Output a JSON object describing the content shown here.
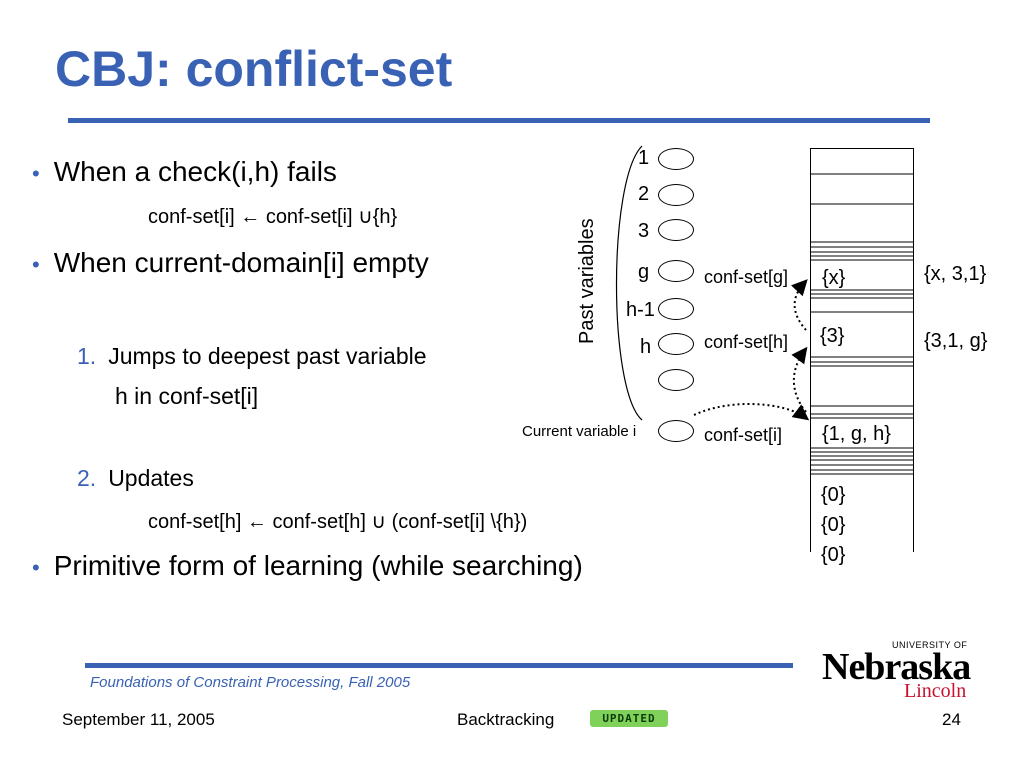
{
  "slide": {
    "title": "CBJ: conflict-set",
    "bullets": [
      "When a check(i,h) fails",
      "When current-domain[i] empty",
      "Primitive form of learning (while searching)"
    ],
    "formula1": "conf-set[i] ← conf-set[i] ∪{h}",
    "numbered": [
      {
        "num": "1.",
        "line1": "Jumps to deepest past variable",
        "line2": "h in conf-set[i]"
      },
      {
        "num": "2.",
        "line1": "Updates"
      }
    ],
    "formula2": "conf-set[h] ← conf-set[h] ∪ (conf-set[i] \\{h})"
  },
  "diagram": {
    "past_variables_label": "Past variables",
    "variables": [
      "1",
      "2",
      "3",
      "g",
      "h-1",
      "h"
    ],
    "current_variable_label": "Current variable i",
    "conf_labels": {
      "g": "conf-set[g]",
      "h": "conf-set[h]",
      "i": "conf-set[i]"
    },
    "stack_sets": {
      "g": "{x}",
      "h": "{3}",
      "i": "{1, g, h}"
    },
    "updated_sets": {
      "g": "{x, 3,1}",
      "h": "{3,1, g}"
    },
    "empty_sets": [
      "{0}",
      "{0}",
      "{0}"
    ]
  },
  "footer": {
    "course": "Foundations of Constraint Processing, Fall 2005",
    "date": "September 11, 2005",
    "topic": "Backtracking",
    "badge": "UPDATED",
    "page": "24",
    "logo_university": "UNIVERSITY OF",
    "logo_name": "Nebraska",
    "logo_campus": "Lincoln"
  }
}
